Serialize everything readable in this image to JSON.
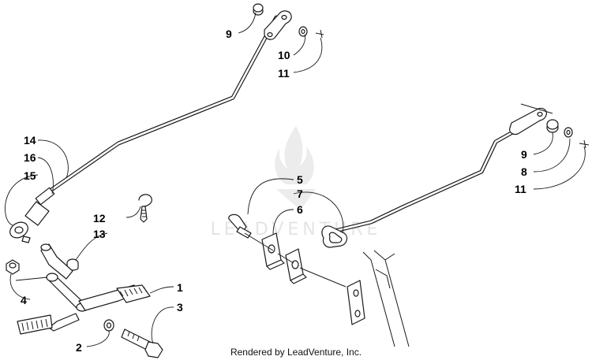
{
  "callouts": {
    "c1": "1",
    "c2": "2",
    "c3": "3",
    "c4": "4",
    "c5": "5",
    "c6": "6",
    "c7": "7",
    "c8": "8",
    "c9a": "9",
    "c9b": "9",
    "c10": "10",
    "c11a": "11",
    "c11b": "11",
    "c12": "12",
    "c13": "13",
    "c14": "14",
    "c15": "15",
    "c16": "16"
  },
  "watermark": {
    "text": "LEADVENTURE"
  },
  "footer": {
    "credit": "Rendered by LeadVenture, Inc."
  }
}
